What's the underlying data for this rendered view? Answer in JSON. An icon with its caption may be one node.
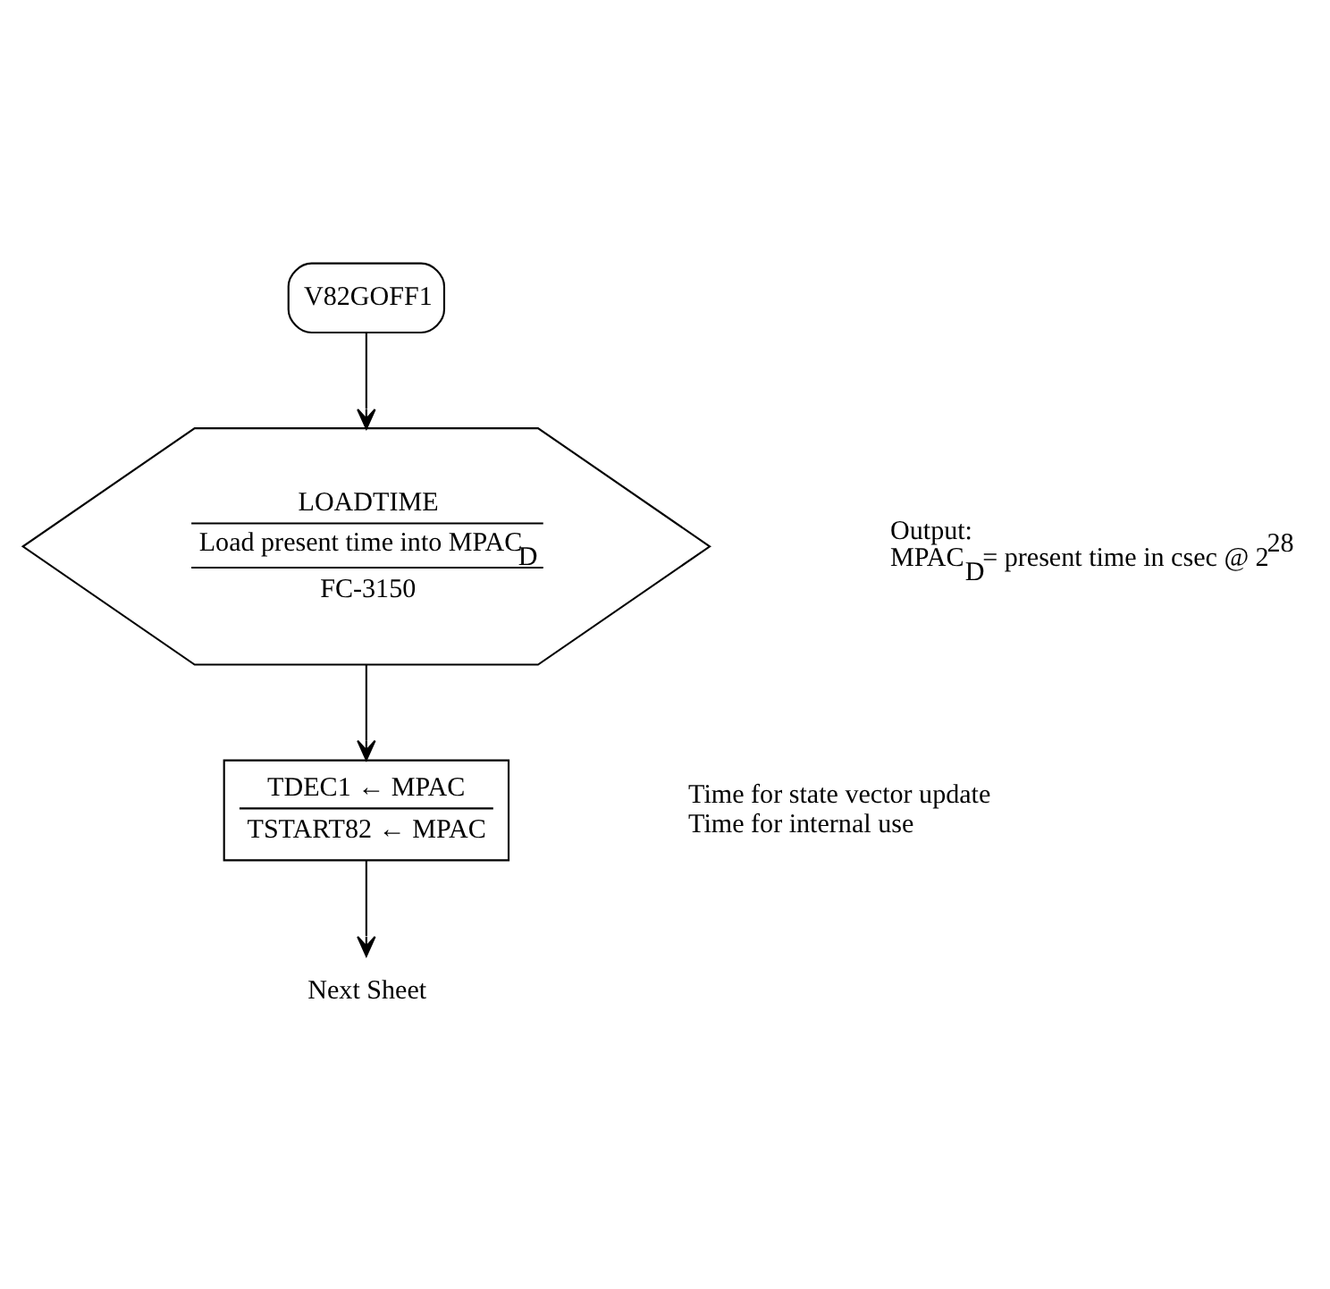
{
  "diagram": {
    "nodes": [
      {
        "text": [
          "V82GOFF1"
        ]
      },
      {
        "text": [
          "LOADTIME",
          "Load present time into MPAC$_{D}$",
          "FC-3150"
        ],
        "beside": [
          "Output:",
          "MPAC$_{D}$= present time in csec @ 2$^{28}$"
        ]
      },
      {
        "text": [
          "TDEC1 ← MPAC",
          "TSTART82 ← MPAC"
        ],
        "beside": [
          "Time for state vector update",
          "Time for internal use"
        ]
      },
      {
        "text": [
          "Next Sheet"
        ]
      }
    ],
    "edges": [
      {
        "from": 0,
        "to": 1,
        "arrow": "to"
      },
      {
        "from": 1,
        "to": 2,
        "arrow": "to"
      },
      {
        "from": 2,
        "to": 3,
        "arrow": "to"
      }
    ]
  }
}
